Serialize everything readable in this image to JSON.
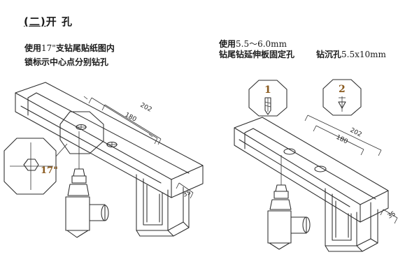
{
  "section": {
    "bracket": "二",
    "title": "开 孔"
  },
  "left": {
    "line1_prefix": "使用",
    "line1_size": "17\"",
    "line1_suffix": "支钻尾贴纸图内",
    "line2": "锁标示中心点分别钻孔",
    "badge": "17\"",
    "dims": {
      "a": "202",
      "b": "180",
      "c": "35"
    }
  },
  "right": {
    "line1_prefix": "使用",
    "line1_size": "5.5～6.0mm",
    "line2": "钻尾钻延伸板固定孔",
    "countersink_prefix": "钻沉孔",
    "countersink_size": "5.5x10mm",
    "step1": "1",
    "step2": "2",
    "dims": {
      "a": "202",
      "b": "180",
      "c": "35"
    }
  }
}
